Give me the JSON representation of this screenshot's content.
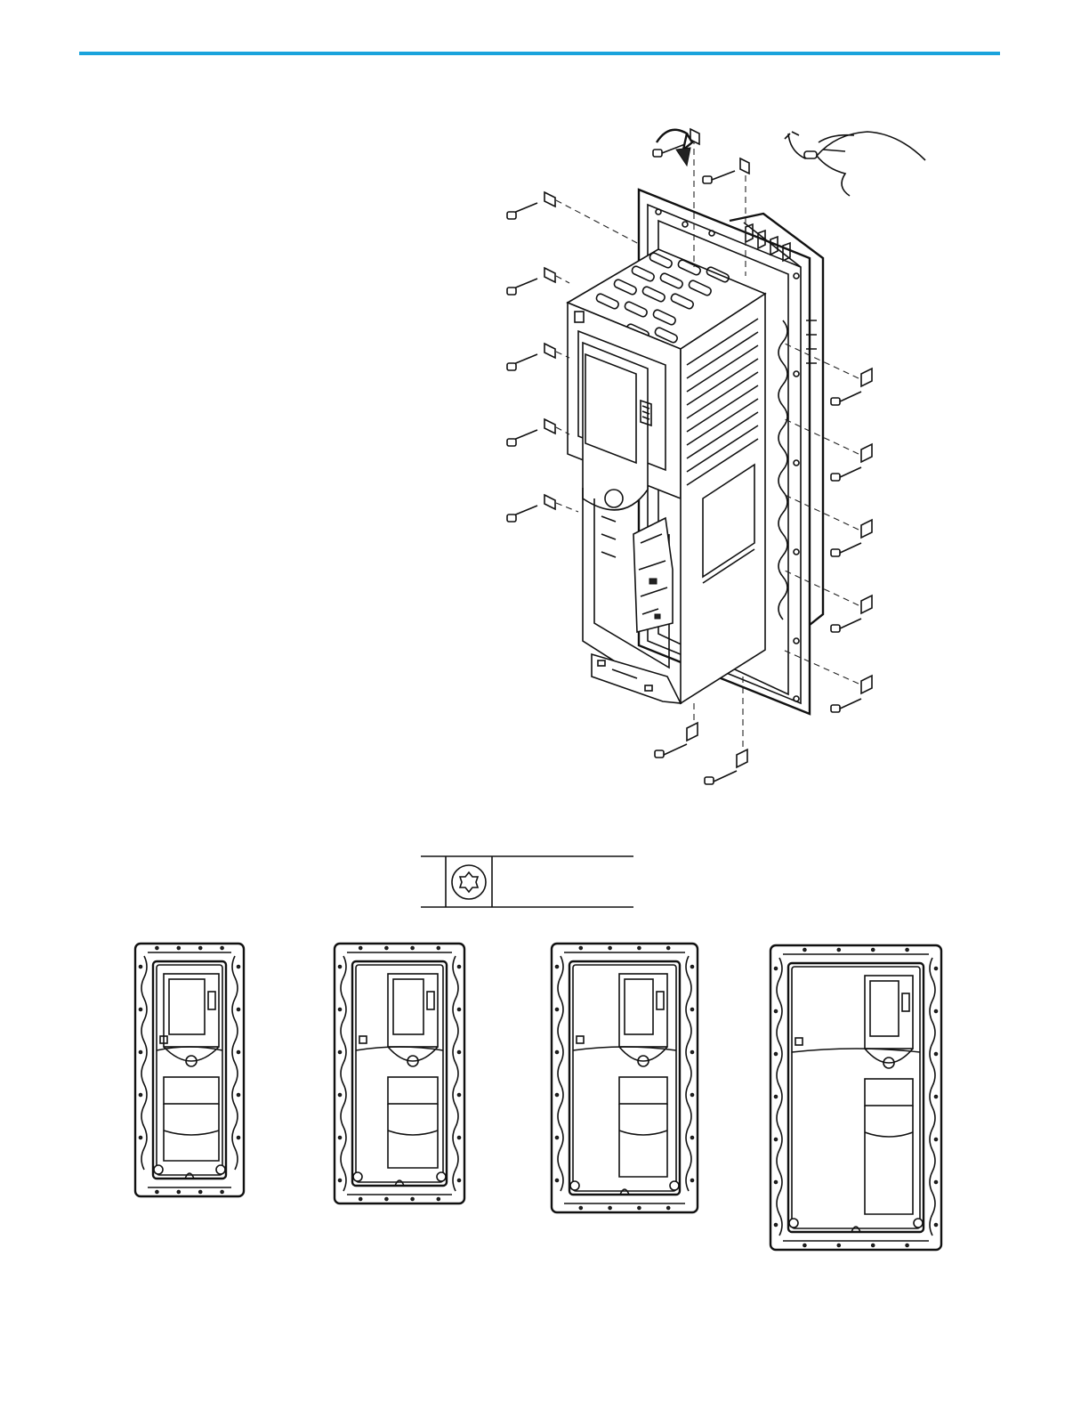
{
  "colors": {
    "accent_rule": "#1aa3dc",
    "ink": "#111111",
    "paper": "#ffffff"
  },
  "figure": {
    "exploded_view": {
      "parts": [
        "drive",
        "mounting-frame",
        "brackets",
        "screws",
        "hand-tightening"
      ]
    },
    "tool_legend": {
      "icon": "torx-bit-icon",
      "text": ""
    },
    "frame_views": [
      {
        "id": "frame-1"
      },
      {
        "id": "frame-2"
      },
      {
        "id": "frame-3"
      },
      {
        "id": "frame-4"
      }
    ]
  }
}
